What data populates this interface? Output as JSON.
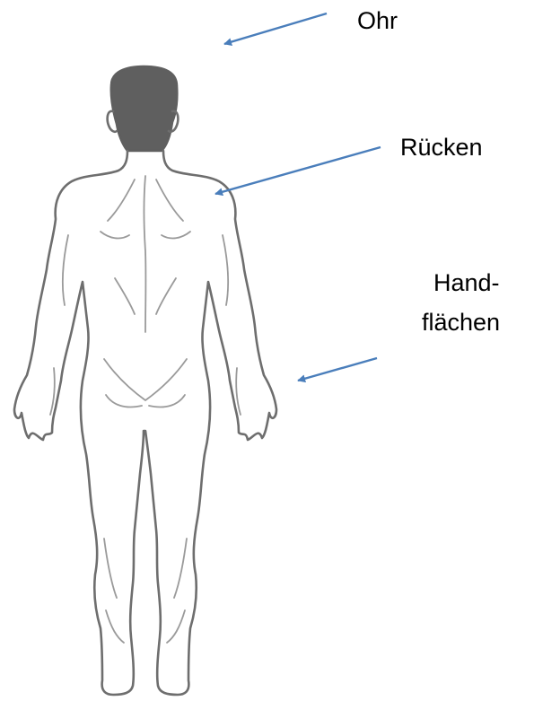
{
  "labels": {
    "ear": "Ohr",
    "back": "Rücken",
    "palms_line1": "Hand-",
    "palms_line2": "flächen"
  },
  "colors": {
    "arrow": "#4a7ebb",
    "outline": "#6e6e6e",
    "hair": "#5f5f5f",
    "muscle_lines": "#9a9a9a"
  },
  "icons": {
    "figure": "human-body-back-view-icon",
    "arrow": "arrow-icon"
  }
}
